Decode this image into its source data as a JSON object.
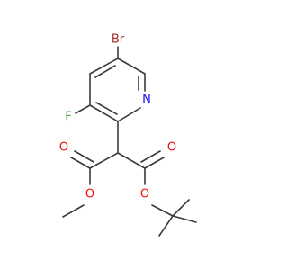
{
  "atoms": {
    "bromine": "Br",
    "fluorine": "F",
    "ring_nitrogen": "N",
    "carbonyl_oxygen_1": "O",
    "ester_oxygen_1": "O",
    "carbonyl_oxygen_2": "O",
    "ester_oxygen_2": "O"
  },
  "colors": {
    "bond": "#3a3a3a",
    "carbon_text": "#3a3a3a",
    "bromine": "#a52a2a",
    "fluorine": "#33aa33",
    "nitrogen": "#1010ee",
    "oxygen": "#ee1010"
  }
}
